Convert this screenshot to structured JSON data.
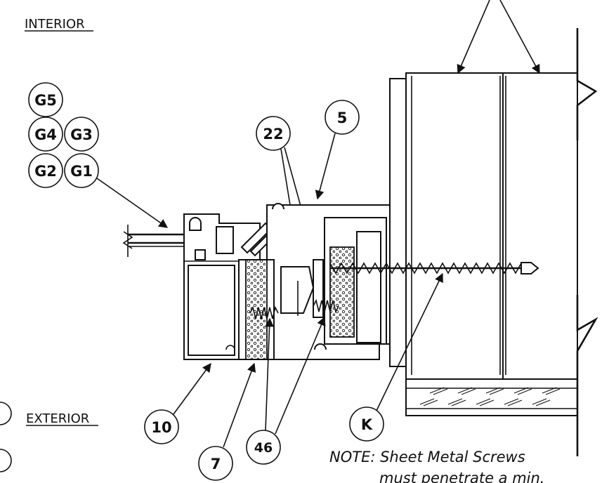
{
  "labels": {
    "interior": "INTERIOR",
    "exterior": "EXTERIOR",
    "note_line1": "NOTE: Sheet Metal Screws",
    "note_line2": "must penetrate a min."
  },
  "callouts": {
    "g5": "G5",
    "g4": "G4",
    "g3": "G3",
    "g2": "G2",
    "g1": "G1",
    "c22": "22",
    "c5": "5",
    "c10": "10",
    "c7": "7",
    "c46": "46",
    "k": "K"
  },
  "colors": {
    "ink": "#111111",
    "paper": "#ffffff"
  }
}
